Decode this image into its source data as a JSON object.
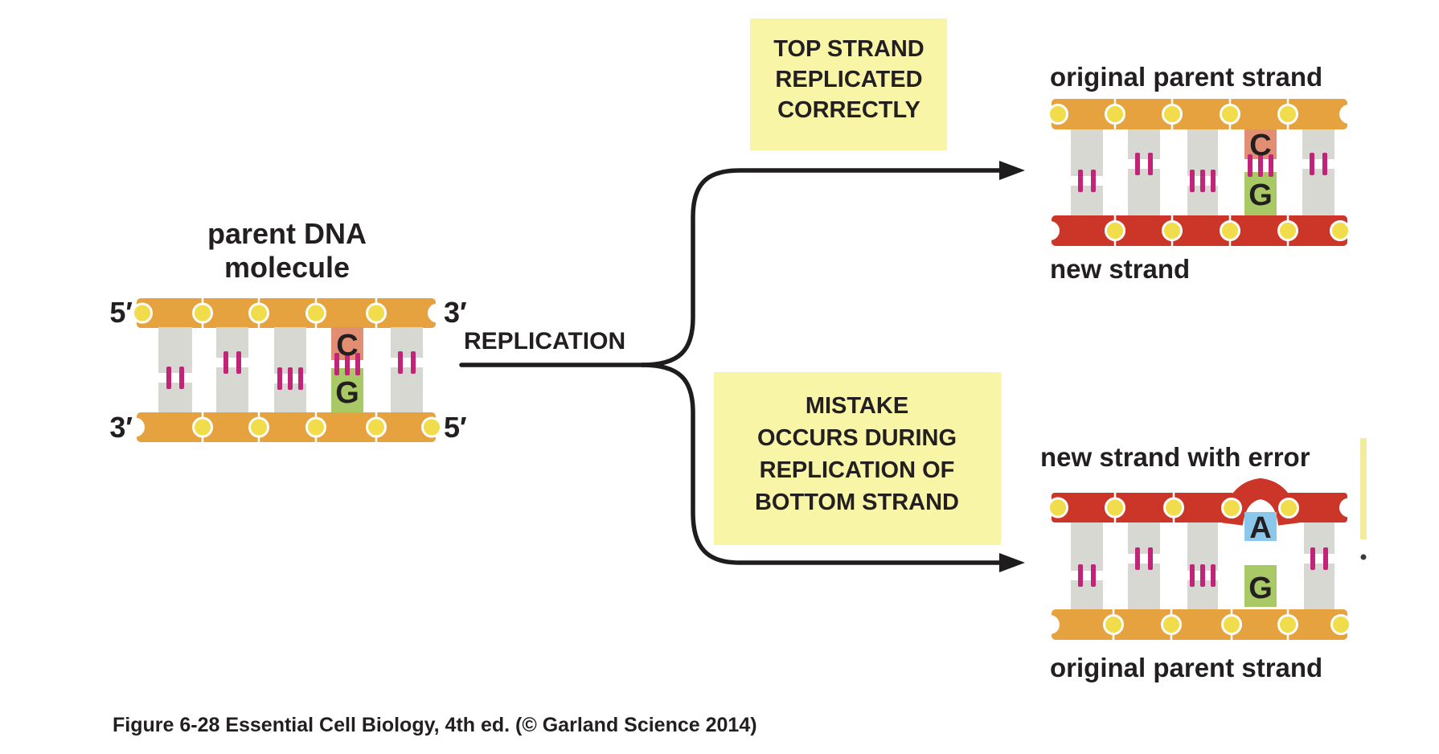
{
  "figure": {
    "caption": "Figure 6-28  Essential Cell Biology, 4th ed. (© Garland Science 2014)"
  },
  "labels": {
    "parent_title_line1": "parent DNA",
    "parent_title_line2": "molecule",
    "replication": "REPLICATION",
    "five_prime": "5′",
    "three_prime": "3′",
    "original_parent_strand": "original parent strand",
    "new_strand": "new strand",
    "new_strand_with_error": "new strand with error"
  },
  "top_callout": {
    "lines": [
      "TOP STRAND",
      "REPLICATED",
      "CORRECTLY"
    ]
  },
  "bottom_callout": {
    "lines": [
      "MISTAKE",
      "OCCURS DURING",
      "REPLICATION OF",
      "BOTTOM STRAND"
    ]
  },
  "bases": {
    "c": "C",
    "g": "G",
    "a": "A"
  },
  "colors": {
    "orange": "#E5A23E",
    "red": "#CC3629",
    "dot": "#F1DC4B",
    "gray": "#D6D8D1",
    "magenta": "#C12478",
    "salmon": "#E18E73",
    "green": "#A9C967",
    "blue": "#8BC7EA",
    "calloutYellow": "#F8F5A7",
    "ink": "#231F20",
    "arrow": "#1E1C1C",
    "edgeYellow": "#F3EC9E"
  }
}
